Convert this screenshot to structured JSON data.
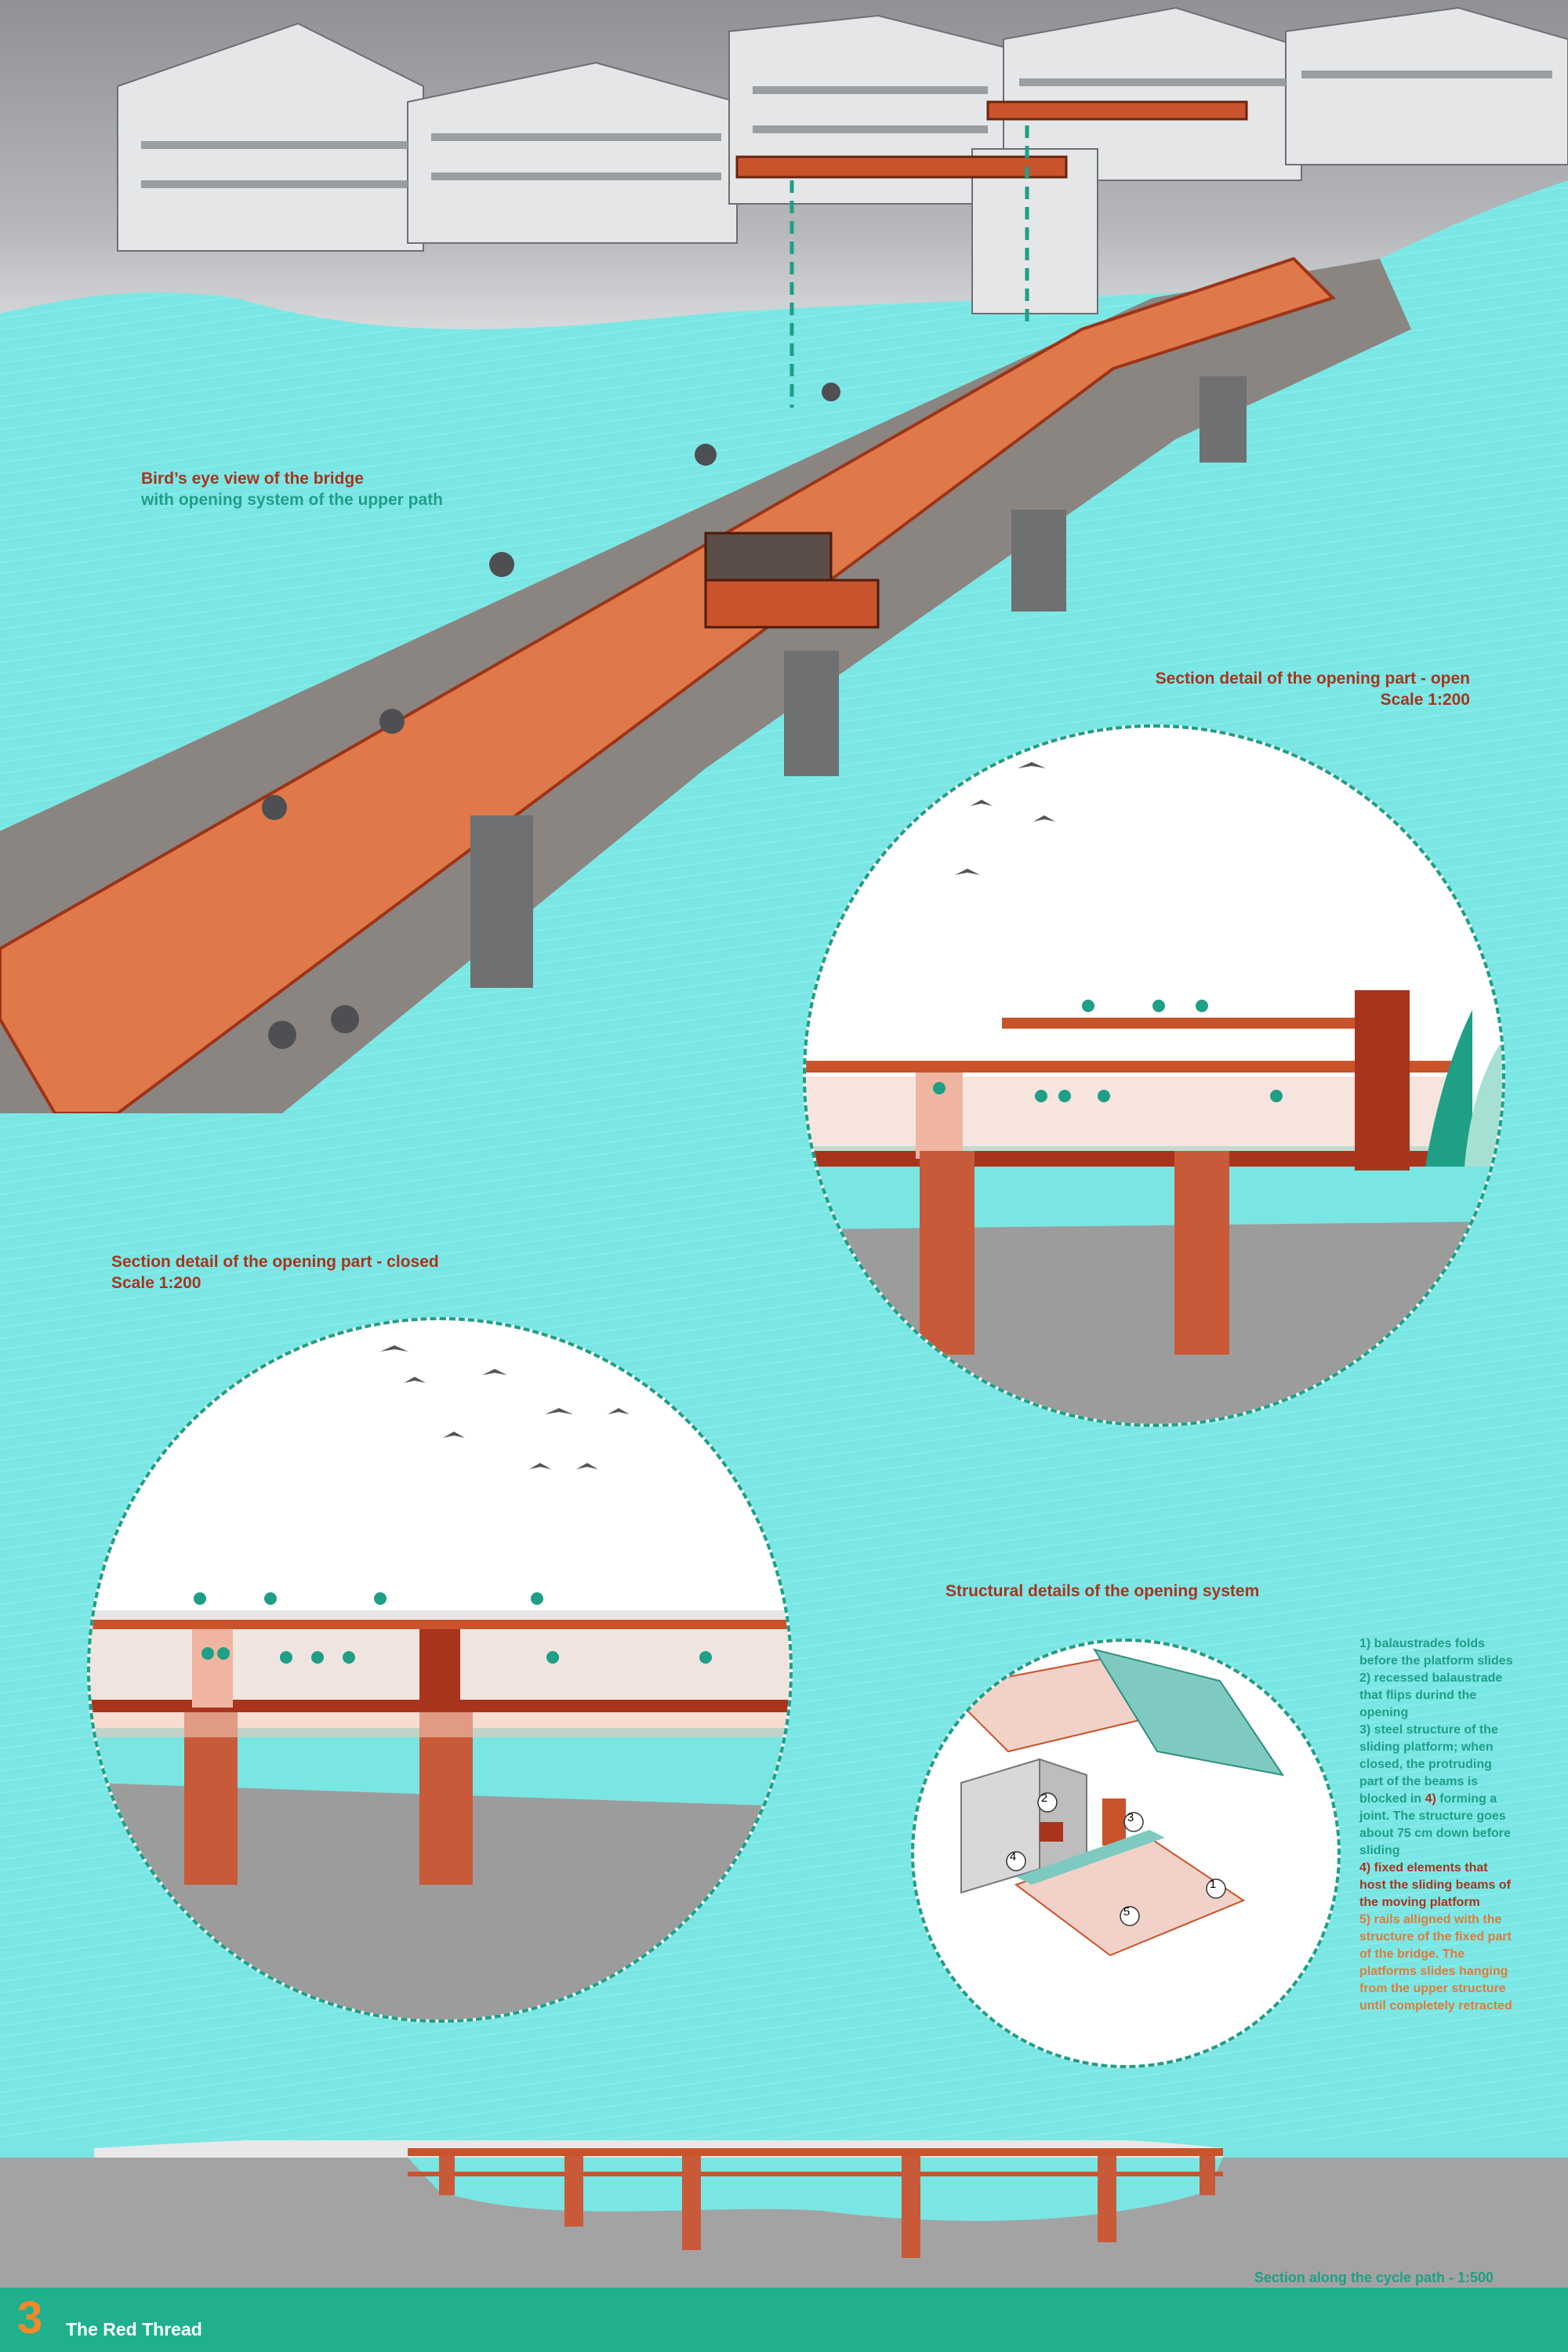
{
  "colors": {
    "water": "#7be7e5",
    "accent_red": "#a8341e",
    "accent_green": "#1e9f86",
    "bridge_orange": "#e0784a",
    "footer": "#21b08d",
    "footer_number": "#f08a2a",
    "concrete": "#9c9c9c"
  },
  "labels": {
    "birds_eye_title": "Bird’s eye view of the bridge",
    "birds_eye_subtitle": "with opening system of the upper path",
    "open_title": "Section detail of the opening part - open",
    "open_scale": "Scale 1:200",
    "closed_title": "Section detail of the opening part - closed",
    "closed_scale": "Scale 1:200",
    "structural_title": "Structural details of the opening system",
    "long_section": "Section along the cycle path - 1:500"
  },
  "legend": [
    {
      "text": "1) balaustrades folds before the platform slides",
      "color": "green"
    },
    {
      "text": "2) recessed balaustrade that flips durind the opening",
      "color": "green"
    },
    {
      "text": "3) steel structure of the sliding platform; when closed, the protruding part of the beams is blocked in",
      "color": "green",
      "emph": "4)",
      "tail": " forming a joint. The structure goes about 75 cm down before sliding"
    },
    {
      "text": "4) fixed elements that host the sliding beams of the moving platform",
      "color": "red"
    },
    {
      "text": "5) rails alligned with the structure of the fixed part of the bridge. The platforms slides hanging from the upper structure until completely retracted",
      "color": "orange"
    }
  ],
  "callouts": [
    "1",
    "2",
    "3",
    "4",
    "5"
  ],
  "footer": {
    "number": "3",
    "title": "The Red Thread"
  }
}
